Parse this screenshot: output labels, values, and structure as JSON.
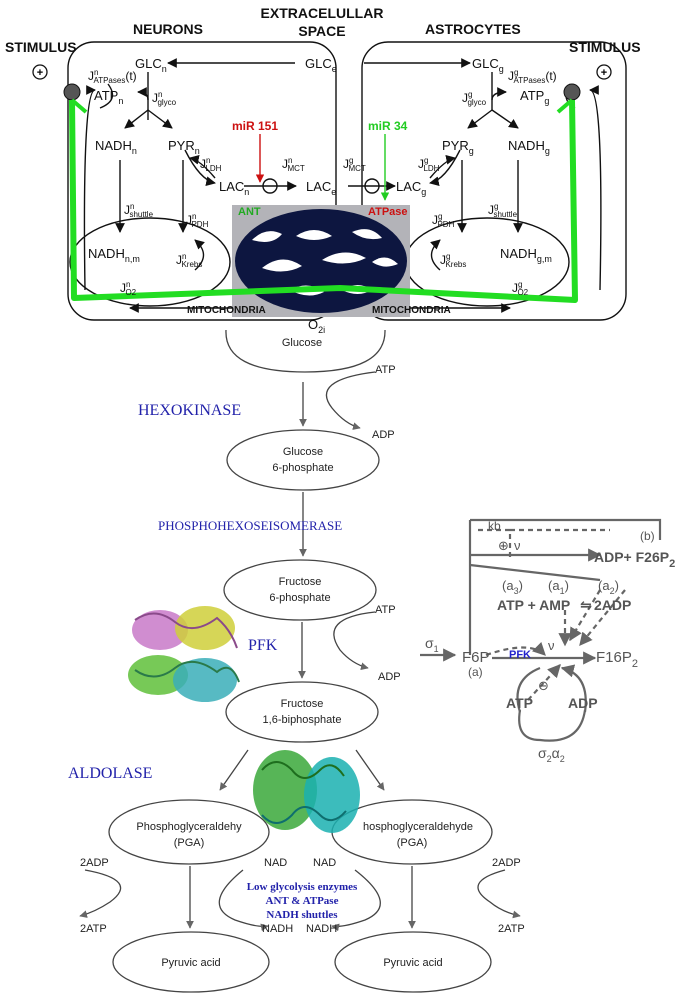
{
  "header": {
    "neurons": "NEURONS",
    "extracellular_1": "EXTRACELULLAR",
    "extracellular_2": "SPACE",
    "astrocytes": "ASTROCYTES",
    "stimulus_left": "STIMULUS",
    "stimulus_right": "STIMULUS"
  },
  "top": {
    "glc_n": "GLC",
    "glc_n_sub": "n",
    "glc_e": "GLC",
    "glc_e_sub": "e",
    "glc_g": "GLC",
    "glc_g_sub": "g",
    "j_atpases_n": "J",
    "j_atpases_n_sup": "n",
    "j_atpases_n_sub": "ATPases",
    "j_atpases_n_t": "(t)",
    "j_atpases_g": "J",
    "j_atpases_g_sup": "g",
    "j_atpases_g_sub": "ATPases",
    "j_atpases_g_t": "(t)",
    "atp_n": "ATP",
    "atp_n_sub": "n",
    "atp_g": "ATP",
    "atp_g_sub": "g",
    "jglyco_n": "J",
    "jglyco_n_sup": "n",
    "jglyco_n_sub": "glyco",
    "jglyco_g": "J",
    "jglyco_g_sup": "g",
    "jglyco_g_sub": "glyco",
    "nadh_n": "NADH",
    "nadh_n_sub": "n",
    "pyr_n": "PYR",
    "pyr_n_sub": "n",
    "pyr_g": "PYR",
    "pyr_g_sub": "g",
    "nadh_g": "NADH",
    "nadh_g_sub": "g",
    "mir151": "miR 151",
    "mir34": "miR 34",
    "jldh_n": "J",
    "jldh_n_sup": "n",
    "jldh_n_sub": "LDH",
    "jldh_g": "J",
    "jldh_g_sup": "g",
    "jldh_g_sub": "LDH",
    "jmct_n": "J",
    "jmct_n_sup": "n",
    "jmct_n_sub": "MCT",
    "jmct_g": "J",
    "jmct_g_sup": "g",
    "jmct_g_sub": "MCT",
    "lac_n": "LAC",
    "lac_n_sub": "n",
    "lac_e": "LAC",
    "lac_e_sub": "e",
    "lac_g": "LAC",
    "lac_g_sub": "g",
    "ant": "ANT",
    "atpase": "ATPase",
    "jshuttle_n": "J",
    "jshuttle_n_sup": "n",
    "jshuttle_n_sub": "shuttle",
    "jpdh_n": "J",
    "jpdh_n_sup": "n",
    "jpdh_n_sub": "PDH",
    "jpdh_g": "J",
    "jpdh_g_sup": "g",
    "jpdh_g_sub": "PDH",
    "jshuttle_g": "J",
    "jshuttle_g_sup": "g",
    "jshuttle_g_sub": "shuttle",
    "nadh_nm": "NADH",
    "nadh_nm_sub": "n,m",
    "jkrebs_n": "J",
    "jkrebs_n_sup": "n",
    "jkrebs_n_sub": "Krebs",
    "jkrebs_g": "J",
    "jkrebs_g_sup": "g",
    "jkrebs_g_sub": "Krebs",
    "nadh_gm": "NADH",
    "nadh_gm_sub": "g,m",
    "jo2_n": "J",
    "jo2_n_sup": "n",
    "jo2_n_sub": "O2",
    "jo2_g": "J",
    "jo2_g_sup": "g",
    "jo2_g_sub": "O2",
    "mito_left": "MITOCHONDRIA",
    "mito_right": "MITOCHONDRIA",
    "o2i": "O",
    "o2i_sub": "2i"
  },
  "pathway": {
    "glucose": "Glucose",
    "atp1": "ATP",
    "hexokinase": "HEXOKINASE",
    "adp1": "ADP",
    "g6p_1": "Glucose",
    "g6p_2": "6-phosphate",
    "phi": "PHOSPHOHEXOSEISOMERASE",
    "f6p_1": "Fructose",
    "f6p_2": "6-phosphate",
    "atp2": "ATP",
    "pfk": "PFK",
    "adp2": "ADP",
    "f16bp_1": "Fructose",
    "f16bp_2": "1,6-biphosphate",
    "aldolase": "ALDOLASE",
    "pga_left_1": "Phosphoglyceraldehy",
    "pga_left_2": "(PGA)",
    "pga_right_1": "hosphoglyceraldehyde",
    "pga_right_2": "(PGA)",
    "adp_left": "2ADP",
    "adp_right": "2ADP",
    "nad_left": "NAD",
    "nad_right": "NAD",
    "note_1": "Low glycolysis enzymes",
    "note_2": "ANT & ATPase",
    "note_3": "NADH shuttles",
    "atp_left": "2ATP",
    "atp_right": "2ATP",
    "nadh_left": "NADH",
    "nadh_right": "NADH",
    "pyruvic_left": "Pyruvic acid",
    "pyruvic_right": "Pyruvic acid"
  },
  "pfk_model": {
    "kb": "kb",
    "b_label": "(b)",
    "plus": "⊕",
    "nu": "ν",
    "adp_f26p": "ADP+ F26P",
    "f26p_sub": "2",
    "a3": "(a",
    "a3_sub": "3",
    "a1": "(a",
    "a1_sub": "1",
    "a2": "(a",
    "a2_sub": "2",
    "eq_left": "ATP + AMP",
    "eq_arrow": "⇋",
    "eq_right": "2ADP",
    "sigma1": "σ",
    "sigma1_sub": "1",
    "f6p": "F6P",
    "pfk": "PFK",
    "nu2": "ν",
    "f16p": "F16P",
    "f16p_sub": "2",
    "a_label": "(a)",
    "minus": "⊖",
    "atp": "ATP",
    "adp": "ADP",
    "sigma2": "σ",
    "sigma2_sub": "2",
    "a2b": "α",
    "a2b_sub": "2"
  },
  "colors": {
    "green": "#22dd22",
    "red": "#cc1111",
    "blue": "#2222aa",
    "gray": "#666666"
  }
}
